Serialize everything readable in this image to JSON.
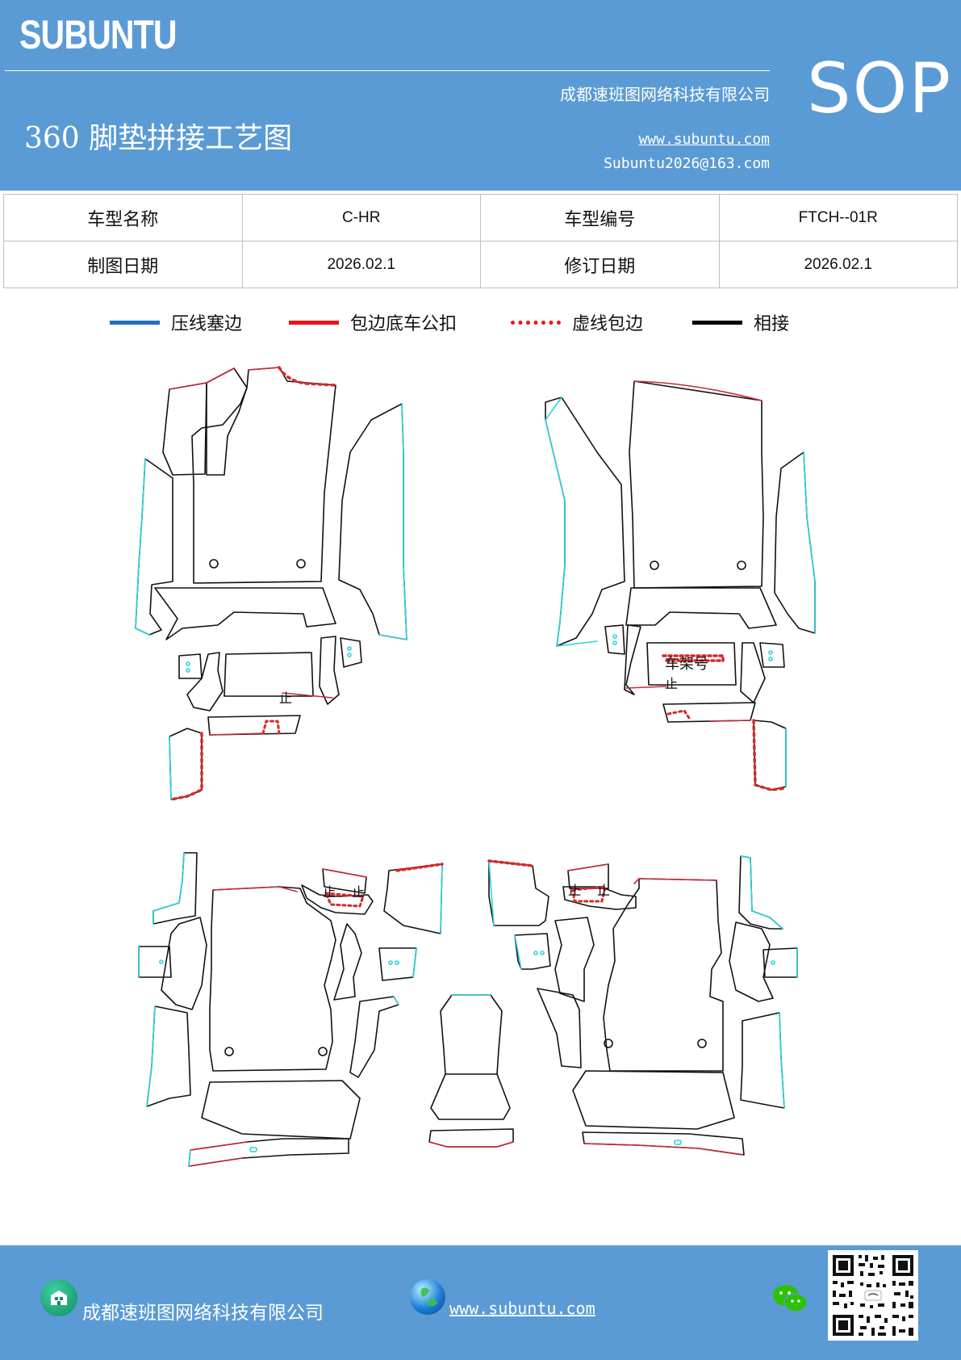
{
  "header": {
    "brand": "SUBUNTU",
    "sop": "SOP",
    "title": "360 脚垫拼接工艺图",
    "company": "成都速班图网络科技有限公司",
    "website": "www.subuntu.com",
    "email": "Subuntu2026@163.com",
    "background_color": "#5b9bd5"
  },
  "info_table": {
    "rows": [
      [
        "车型名称",
        "C-HR",
        "车型编号",
        "FTCH--01R"
      ],
      [
        "制图日期",
        "2026.02.1",
        "修订日期",
        "2026.02.1"
      ]
    ]
  },
  "legend": {
    "items": [
      {
        "label": "压线塞边",
        "color": "#1f6fc5",
        "style": "solid"
      },
      {
        "label": "包边底车公扣",
        "color": "#e8141c",
        "style": "solid"
      },
      {
        "label": "虚线包边",
        "color": "#e8141c",
        "style": "dotted"
      },
      {
        "label": "相接",
        "color": "#000000",
        "style": "solid"
      }
    ]
  },
  "drawing": {
    "labels": {
      "stop_1": "止",
      "frame_number": "车架号",
      "stop_2": "止",
      "stop_3": "止",
      "stop_4": "止",
      "stop_5": "止",
      "stop_6": "止"
    },
    "colors": {
      "cyan_edge": "#2bd3dc",
      "red_edge": "#c8283c",
      "dotted_edge": "#d62a2a",
      "outline": "#111111"
    }
  },
  "footer": {
    "company": "成都速班图网络科技有限公司",
    "website": "www.subuntu.com",
    "icons": [
      "company-icon",
      "globe-icon",
      "wechat-icon",
      "qr-code"
    ]
  }
}
